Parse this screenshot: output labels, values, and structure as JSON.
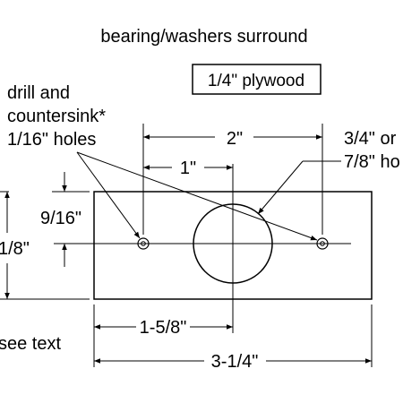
{
  "title": "bearing/washers surround",
  "material_label": "1/4\" plywood",
  "drill_note": {
    "line1": "drill and",
    "line2": "countersink*",
    "line3": "1/16\" holes"
  },
  "big_hole_note": {
    "line1": "3/4\" or",
    "line2": "7/8\" ho"
  },
  "dimensions": {
    "hole_spacing": "2\"",
    "center_to_hole": "1\"",
    "hole_height": "9/16\"",
    "part_height": "1/8\"",
    "center_from_edge": "1-5/8\"",
    "total_width": "3-1/4\""
  },
  "footnote": "see text"
}
